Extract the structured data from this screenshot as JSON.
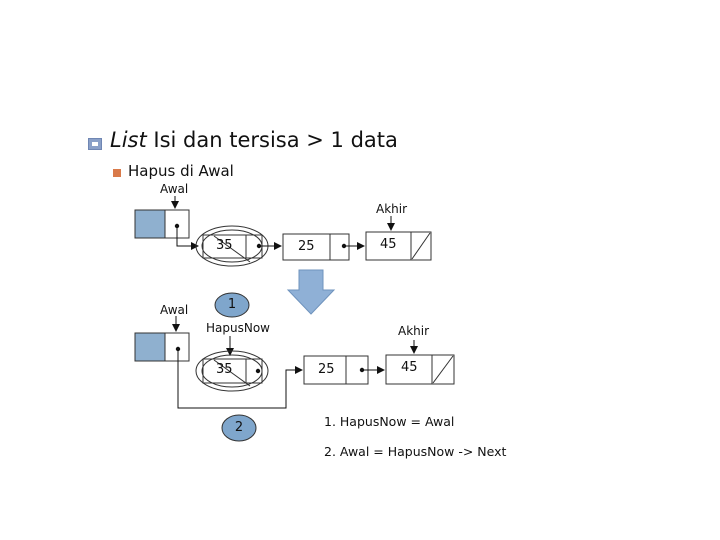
{
  "heading": {
    "italic": "List",
    "rest": " Isi dan tersisa > 1 data"
  },
  "subheading": "Hapus di Awal",
  "top": {
    "awal_label": "Awal",
    "akhir_label": "Akhir",
    "nodes": [
      "35",
      "25",
      "45"
    ]
  },
  "bottom": {
    "awal_label": "Awal",
    "hapusnow_label": "HapusNow",
    "akhir_label": "Akhir",
    "nodes": [
      "35",
      "25",
      "45"
    ]
  },
  "badges": [
    "1",
    "2"
  ],
  "steps": [
    "1. HapusNow = Awal",
    "2. Awal = HapusNow -> Next"
  ],
  "colors": {
    "pointer_box": "#8fb0cf",
    "badge": "#7fa6cc",
    "arrow": "#8fb0d6",
    "bullet": "#8aa0c8",
    "sub_bullet": "#d97a4a"
  }
}
